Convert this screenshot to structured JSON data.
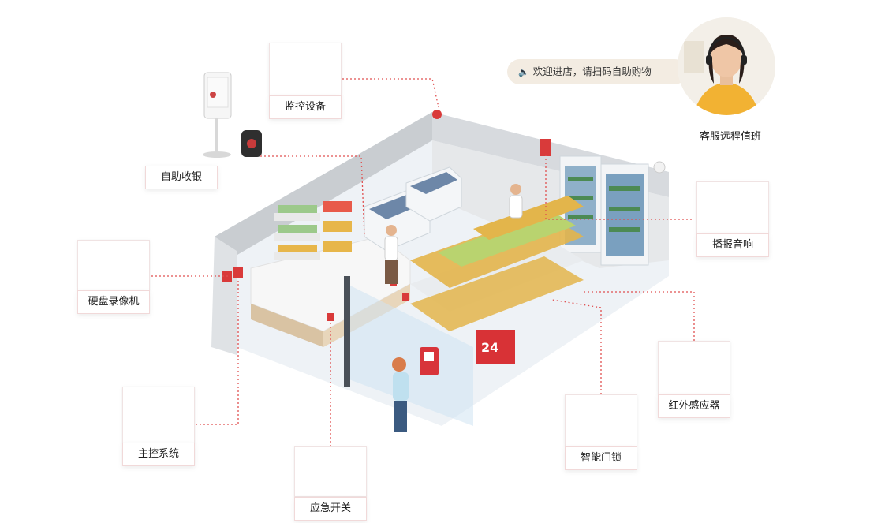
{
  "speech_bubble": {
    "icon": "speaker-icon",
    "text": "欢迎进店，请扫码自助购物"
  },
  "agent": {
    "caption": "客服远程值班"
  },
  "devices": {
    "surveillance": "监控设备",
    "self_checkout": "自助收银",
    "broadcast_speaker": "播报音响",
    "dvr": "硬盘录像机",
    "main_controller": "主控系统",
    "infrared_sensor": "红外感应器",
    "smart_lock": "智能门锁",
    "emergency_switch": "应急开关"
  },
  "store_sign": "24",
  "colors": {
    "accent": "#e23b3b",
    "connector": "#e05050",
    "wall": "#d9dcdf",
    "floor": "#f1f4f7"
  }
}
